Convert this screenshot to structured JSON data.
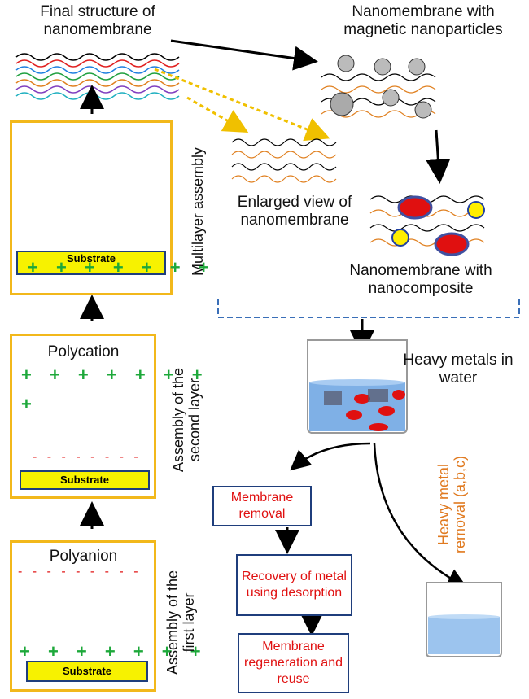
{
  "labels": {
    "final_structure": "Final structure of nanomembrane",
    "nano_magnetic": "Nanomembrane with magnetic nanoparticles",
    "enlarged_view": "Enlarged view of nanomembrane",
    "nano_composite": "Nanomembrane with nanocomposite",
    "heavy_metals": "Heavy metals in water",
    "heavy_metal_removal": "Heavy metal removal (a,b,c)",
    "multilayer_assembly": "Multilayer assembly",
    "assembly_second": "Assembly of the second layer",
    "assembly_first": "Assembly of the first layer",
    "polycation": "Polycation",
    "polyanion": "Polyanion",
    "substrate_top": "Substrate",
    "substrate_mid": "Substrate",
    "substrate_bottom": "Substrate",
    "plus_row": "+ + + + + + +",
    "plus_mid": "+ + + + + + +",
    "plus_extra": "+",
    "minus_row": "- - - - - - - - -",
    "minus_mid": "- - - - - - - -"
  },
  "steps": {
    "membrane_removal": "Membrane removal",
    "recovery": "Recovery of metal using desorption",
    "regeneration": "Membrane regeneration and reuse"
  },
  "colors": {
    "yellow_frame": "#f2b81b",
    "blue_frame": "#1f3e7c",
    "red_text": "#e01010",
    "orange_text": "#e07a20",
    "plus_green": "#1da83a",
    "substrate": "#f7f200",
    "water": "#7fb0e6"
  }
}
